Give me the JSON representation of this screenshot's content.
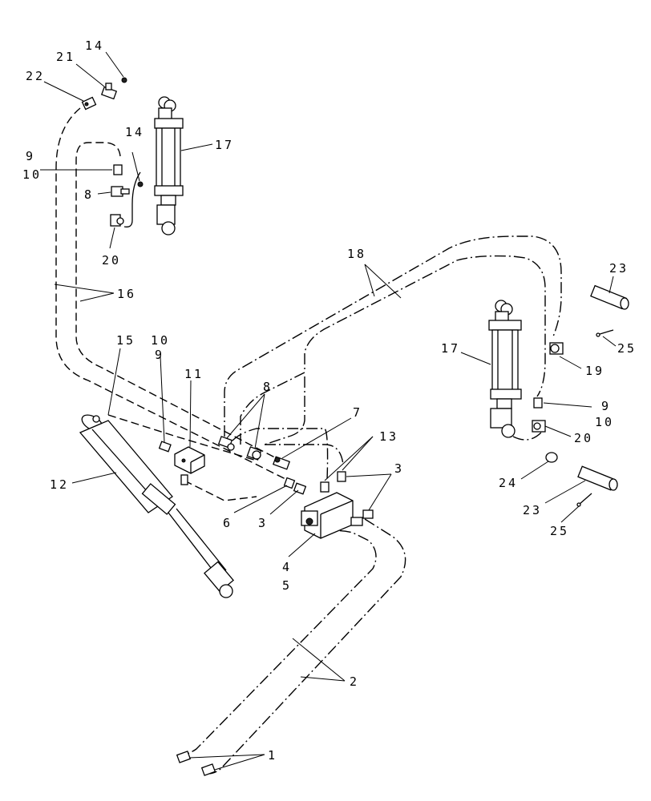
{
  "callouts": {
    "c1": "1",
    "c2": "2",
    "c3a": "3",
    "c3b": "3",
    "c4": "4",
    "c5": "5",
    "c6": "6",
    "c7": "7",
    "c8a": "8",
    "c8b": "8",
    "c9a": "9",
    "c9b": "9",
    "c9c": "9",
    "c10a": "10",
    "c10b": "10",
    "c10c": "10",
    "c11": "11",
    "c12": "12",
    "c13": "13",
    "c14a": "14",
    "c14b": "14",
    "c15": "15",
    "c16": "16",
    "c17a": "17",
    "c17b": "17",
    "c18": "18",
    "c19": "19",
    "c20a": "20",
    "c20b": "20",
    "c21": "21",
    "c22": "22",
    "c23a": "23",
    "c23b": "23",
    "c24": "24",
    "c25a": "25",
    "c25b": "25"
  }
}
